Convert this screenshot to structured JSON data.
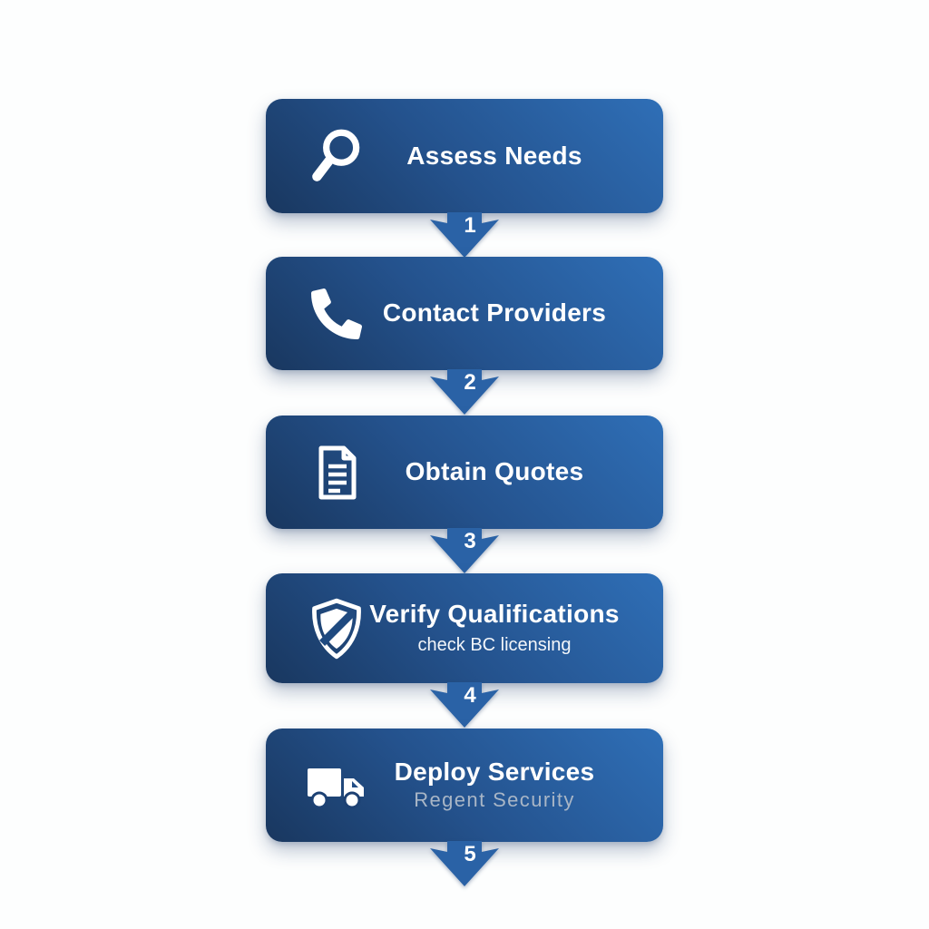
{
  "flowchart": {
    "steps": [
      {
        "title": "Assess Needs",
        "subtitle": "",
        "icon": "magnifier-icon"
      },
      {
        "title": "Contact Providers",
        "subtitle": "",
        "icon": "phone-icon"
      },
      {
        "title": "Obtain Quotes",
        "subtitle": "",
        "icon": "document-icon"
      },
      {
        "title": "Verify Qualifications",
        "subtitle": "check BC licensing",
        "icon": "shield-icon"
      },
      {
        "title": "Deploy Services",
        "subtitle": "Regent Security",
        "icon": "truck-icon"
      }
    ],
    "connectors": [
      {
        "label": "1"
      },
      {
        "label": "2"
      },
      {
        "label": "3"
      },
      {
        "label": "4"
      },
      {
        "label": "5"
      }
    ],
    "colors": {
      "box_gradient_dark": "#19375f",
      "box_gradient_mid": "#24528d",
      "box_gradient_light": "#2f6fb7",
      "arrow_fill": "#2a62a6",
      "title_text": "#ffffff",
      "subtitle_text": "#f3f6fa",
      "muted_subtitle_text": "#a9b6c6",
      "background": "#fdfefe"
    }
  }
}
